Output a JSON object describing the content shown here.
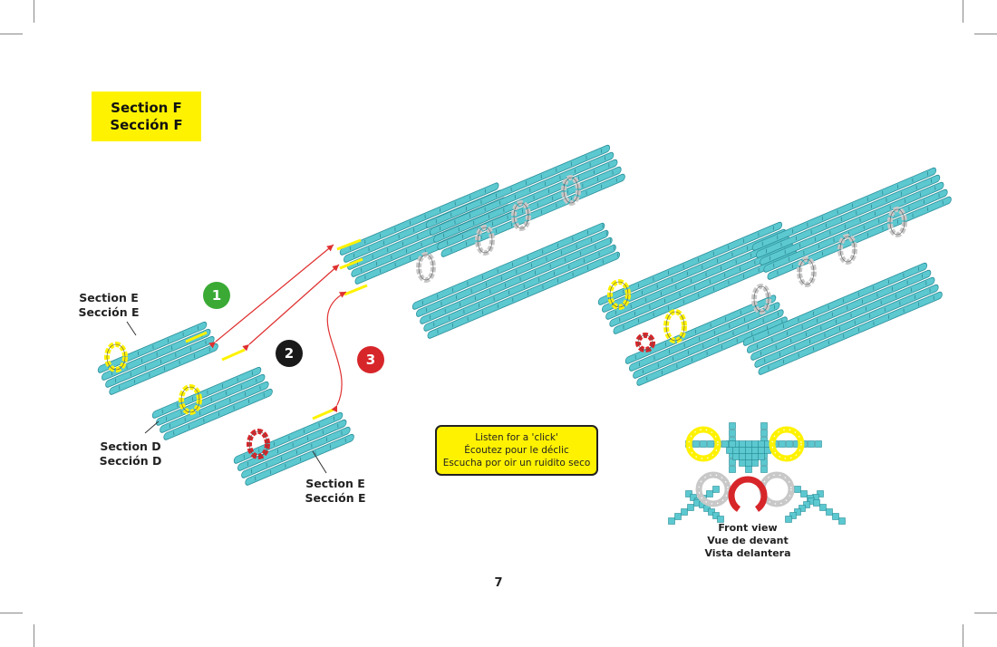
{
  "section_title": {
    "line1": "Section F",
    "line2": "Sección F"
  },
  "steps": [
    {
      "number": "1",
      "color": "#3aaa35"
    },
    {
      "number": "2",
      "color": "#1a1a1a"
    },
    {
      "number": "3",
      "color": "#d7262a"
    }
  ],
  "labels": {
    "section_e_top": {
      "line1": "Section E",
      "line2": "Sección E"
    },
    "section_d": {
      "line1": "Section D",
      "line2": "Sección D"
    },
    "section_e_bottom": {
      "line1": "Section E",
      "line2": "Sección E"
    }
  },
  "click_note": {
    "line1": "Listen for a 'click'",
    "line2": "Écoutez pour le déclic",
    "line3": "Escucha por oir un ruidito seco"
  },
  "front_view": {
    "line1": "Front view",
    "line2": "Vue de devant",
    "line3": "Vista delantera"
  },
  "page_number": "7",
  "colors": {
    "cyan": "#5cc8d0",
    "yellow": "#fff200",
    "red": "#d7262a",
    "grey": "#c8c8c8",
    "arrow": "#e03030"
  }
}
